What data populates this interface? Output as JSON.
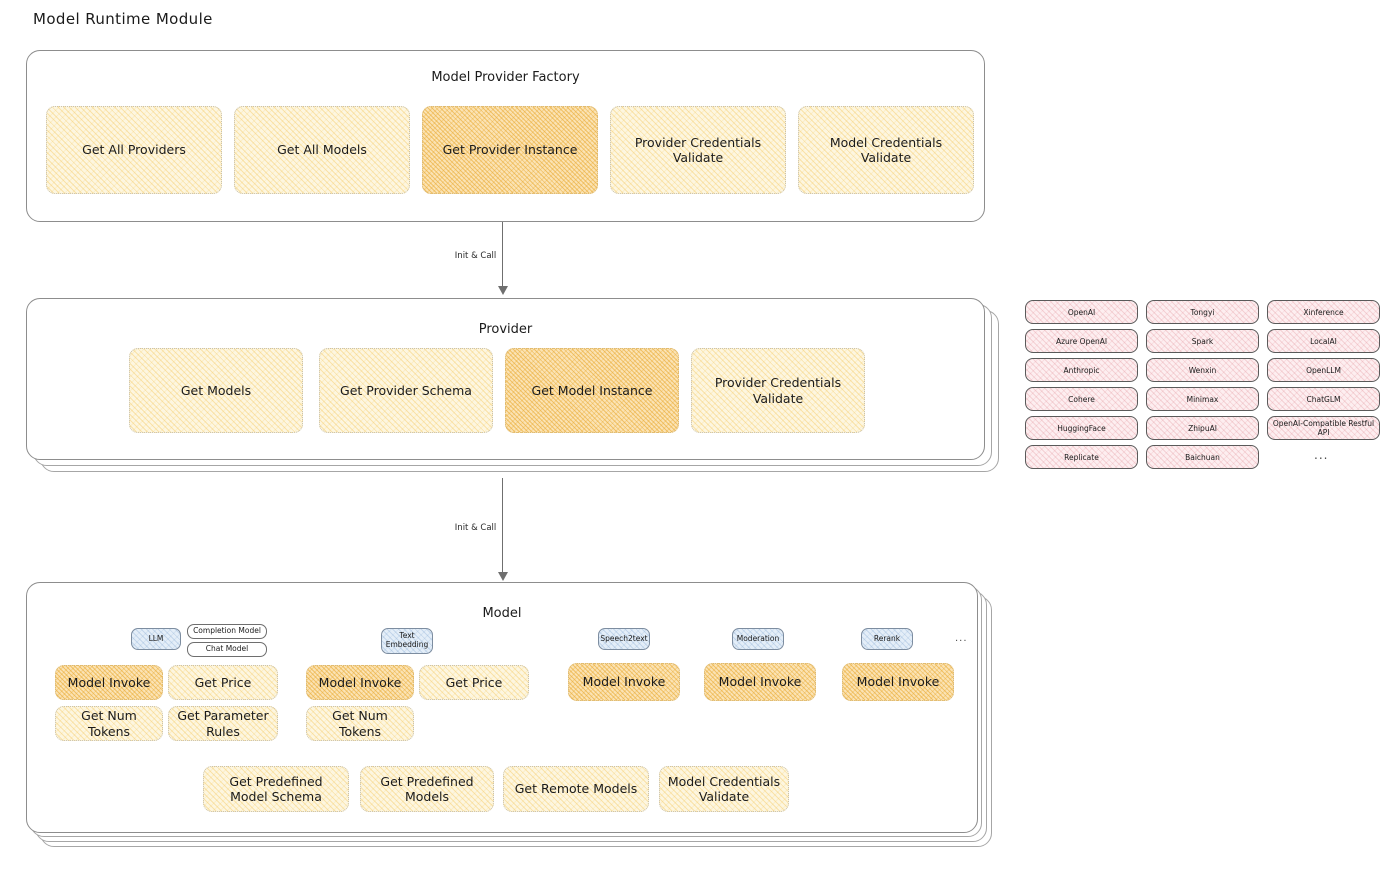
{
  "page": {
    "title": "Model Runtime Module"
  },
  "connectors": [
    {
      "label": "Init & Call"
    },
    {
      "label": "Init & Call"
    }
  ],
  "factory": {
    "title": "Model Provider Factory",
    "boxes": [
      {
        "label": "Get All Providers",
        "highlight": false
      },
      {
        "label": "Get All Models",
        "highlight": false
      },
      {
        "label": "Get Provider Instance",
        "highlight": true
      },
      {
        "label": "Provider Credentials Validate",
        "highlight": false
      },
      {
        "label": "Model Credentials Validate",
        "highlight": false
      }
    ]
  },
  "provider": {
    "title": "Provider",
    "boxes": [
      {
        "label": "Get Models",
        "highlight": false
      },
      {
        "label": "Get Provider Schema",
        "highlight": false
      },
      {
        "label": "Get Model Instance",
        "highlight": true
      },
      {
        "label": "Provider Credentials Validate",
        "highlight": false
      }
    ]
  },
  "provider_list": {
    "columns": [
      {
        "items": [
          "OpenAI",
          "Azure OpenAI",
          "Anthropic",
          "Cohere",
          "HuggingFace",
          "Replicate"
        ]
      },
      {
        "items": [
          "Tongyi",
          "Spark",
          "Wenxin",
          "Minimax",
          "ZhipuAI",
          "Baichuan"
        ]
      },
      {
        "items": [
          "Xinference",
          "LocalAI",
          "OpenLLM",
          "ChatGLM",
          "OpenAI-Compatible Restful API"
        ]
      }
    ],
    "more": "..."
  },
  "model": {
    "title": "Model",
    "more_types": "...",
    "types": [
      {
        "name": "LLM",
        "sub_badges": [
          "Completion Model",
          "Chat Model"
        ],
        "methods": [
          {
            "label": "Model Invoke",
            "highlight": true
          },
          {
            "label": "Get Price",
            "highlight": false
          },
          {
            "label": "Get Num Tokens",
            "highlight": false
          },
          {
            "label": "Get Parameter Rules",
            "highlight": false
          }
        ]
      },
      {
        "name": "Text Embedding",
        "sub_badges": [],
        "methods": [
          {
            "label": "Model Invoke",
            "highlight": true
          },
          {
            "label": "Get Price",
            "highlight": false
          },
          {
            "label": "Get Num Tokens",
            "highlight": false
          }
        ]
      },
      {
        "name": "Speech2text",
        "sub_badges": [],
        "methods": [
          {
            "label": "Model Invoke",
            "highlight": true
          }
        ]
      },
      {
        "name": "Moderation",
        "sub_badges": [],
        "methods": [
          {
            "label": "Model Invoke",
            "highlight": true
          }
        ]
      },
      {
        "name": "Rerank",
        "sub_badges": [],
        "methods": [
          {
            "label": "Model Invoke",
            "highlight": true
          }
        ]
      }
    ],
    "shared_methods": [
      {
        "label": "Get Predefined Model Schema",
        "highlight": false
      },
      {
        "label": "Get Predefined Models",
        "highlight": false
      },
      {
        "label": "Get Remote Models",
        "highlight": false
      },
      {
        "label": "Model Credentials Validate",
        "highlight": false
      }
    ]
  }
}
